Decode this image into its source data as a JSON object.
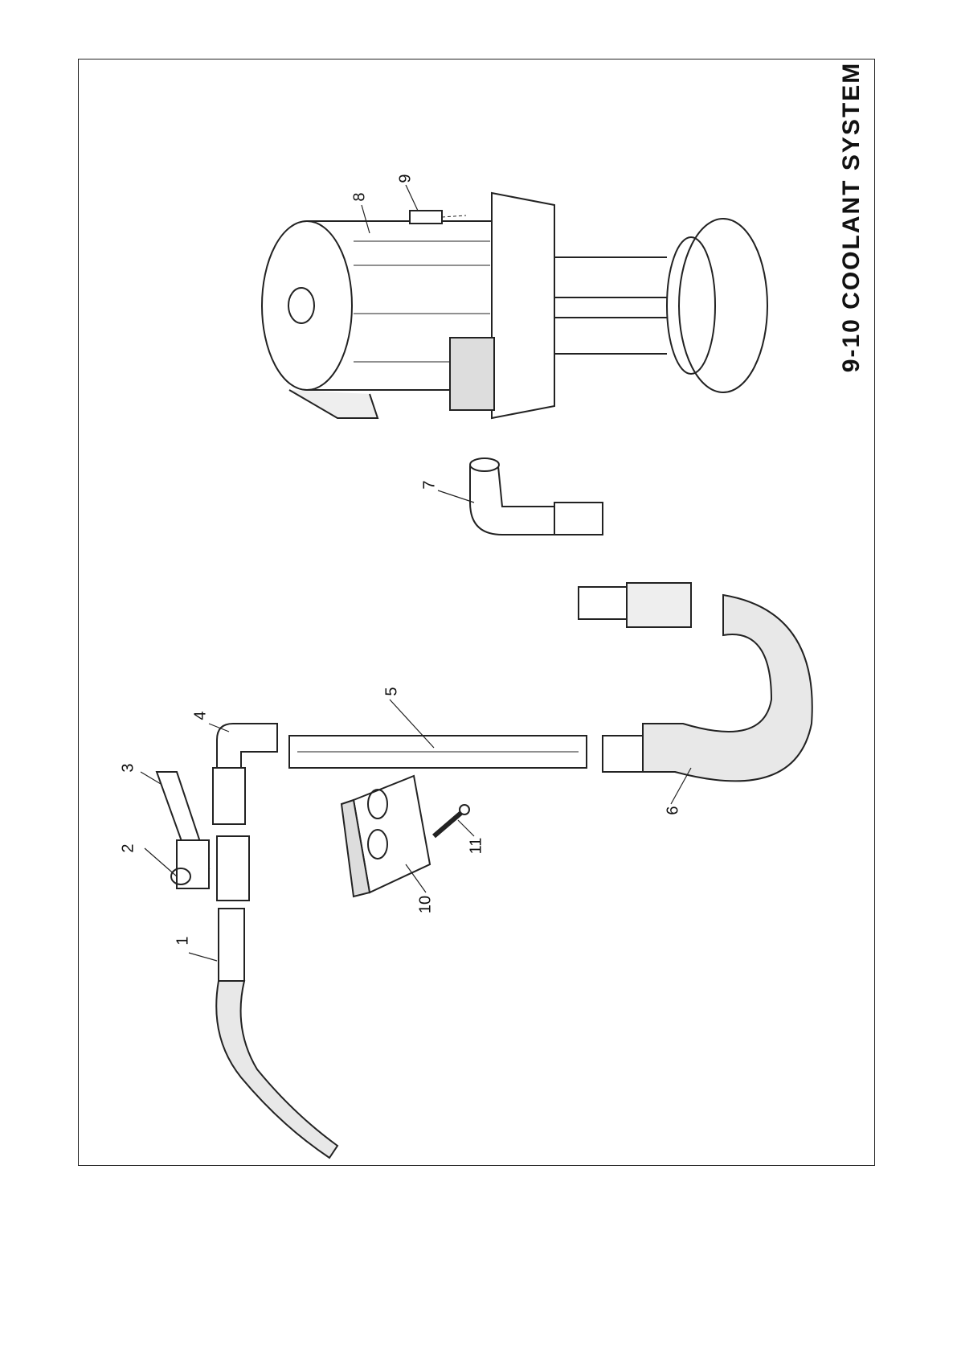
{
  "page": {
    "title": "9-10  COOLANT  SYSTEM"
  },
  "callouts": [
    "1",
    "2",
    "3",
    "4",
    "5",
    "6",
    "7",
    "8",
    "9",
    "10",
    "11"
  ]
}
